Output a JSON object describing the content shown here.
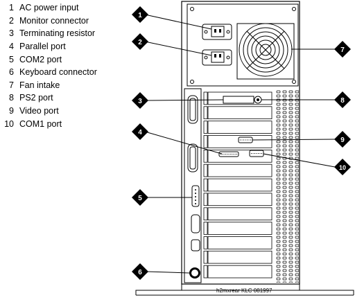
{
  "legend": [
    {
      "num": "1",
      "label": "AC power input"
    },
    {
      "num": "2",
      "label": "Monitor connector"
    },
    {
      "num": "3",
      "label": "Terminating resistor"
    },
    {
      "num": "4",
      "label": "Parallel port"
    },
    {
      "num": "5",
      "label": "COM2 port"
    },
    {
      "num": "6",
      "label": "Keyboard connector"
    },
    {
      "num": "7",
      "label": "Fan intake"
    },
    {
      "num": "8",
      "label": "PS2 port"
    },
    {
      "num": "9",
      "label": "Video port"
    },
    {
      "num": "10",
      "label": "COM1 port"
    }
  ],
  "callouts": [
    "1",
    "2",
    "3",
    "4",
    "5",
    "6",
    "7",
    "8",
    "9",
    "10"
  ],
  "caption": "h2mxrear KLC 081997"
}
